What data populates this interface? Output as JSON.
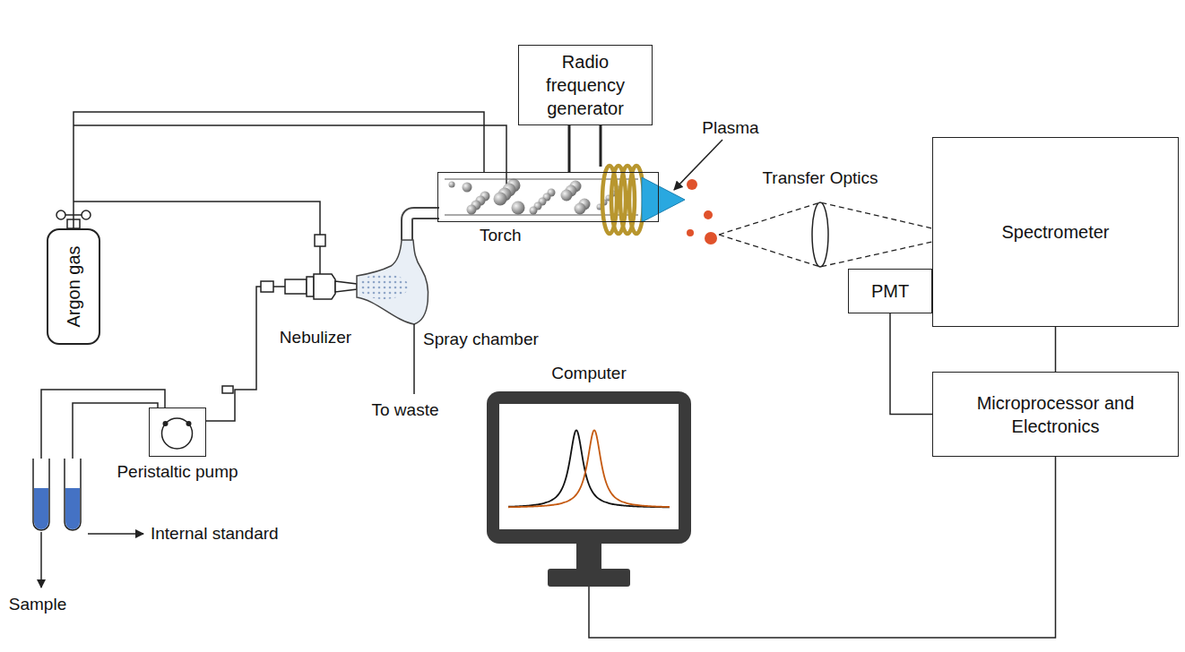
{
  "diagram": {
    "nodes": [
      {
        "text": [
          "Radio frequency generator"
        ]
      },
      {
        "text": [
          "Argon gas"
        ]
      },
      {
        "text": [
          "Torch"
        ]
      },
      {
        "text": [
          "Spectrometer"
        ]
      },
      {
        "text": [
          "PMT"
        ]
      },
      {
        "text": [
          "Peristaltic pump"
        ]
      },
      {
        "text": [
          "Computer"
        ]
      },
      {
        "text": [
          "Microprocessor and Electronics"
        ]
      }
    ],
    "edges": [
      {
        "from": 1,
        "to": 2,
        "arrow": "none"
      },
      {
        "from": 0,
        "to": 2,
        "arrow": "none"
      },
      {
        "from": 3,
        "to": 7,
        "arrow": "none"
      },
      {
        "from": 4,
        "to": 7,
        "arrow": "none"
      },
      {
        "from": 7,
        "to": 6,
        "arrow": "none"
      }
    ],
    "labels": [
      "Plasma",
      "Transfer Optics",
      "Nebulizer",
      "Spray chamber",
      "To waste",
      "Internal standard",
      "Sample"
    ]
  }
}
